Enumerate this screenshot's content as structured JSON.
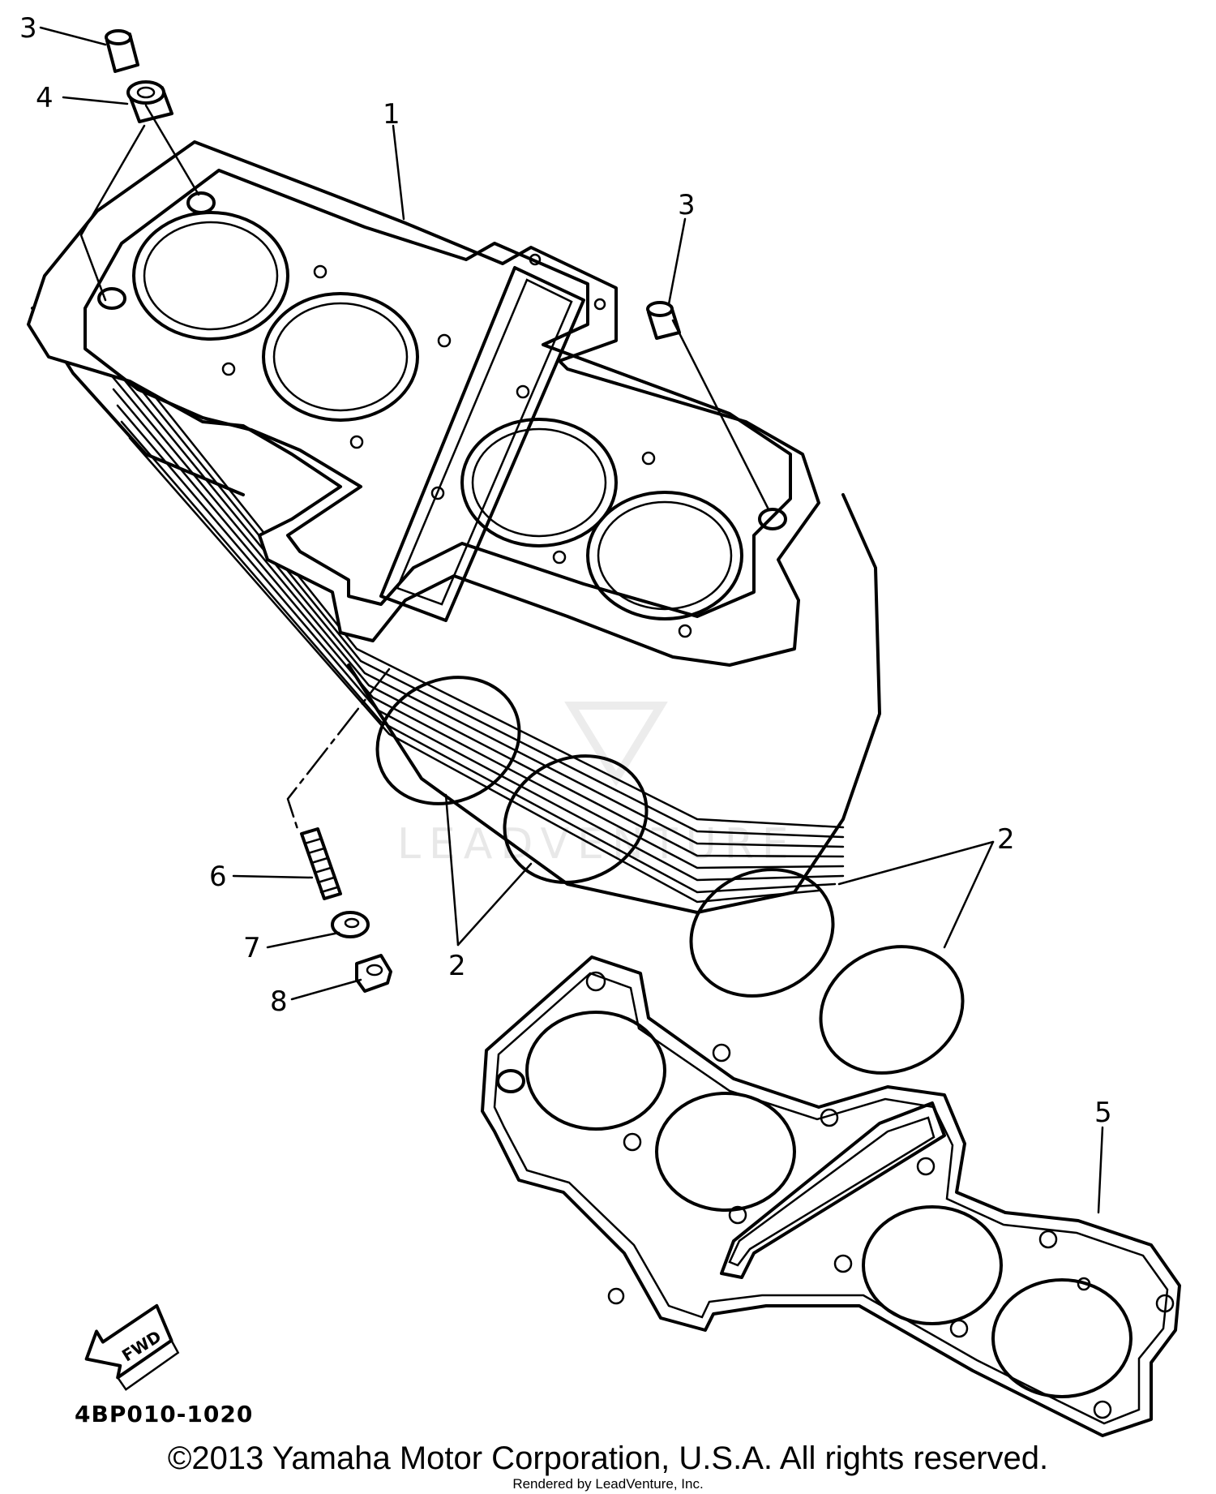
{
  "diagram": {
    "code": "4BP010-1020",
    "fwd_label": "FWD",
    "watermark": "LEADVENTURE",
    "callouts": {
      "c1": "1",
      "c2a": "2",
      "c2b": "2",
      "c3a": "3",
      "c3b": "3",
      "c4": "4",
      "c5": "5",
      "c6": "6",
      "c7": "7",
      "c8": "8"
    }
  },
  "footer": {
    "copyright": "©2013 Yamaha Motor Corporation, U.S.A. All rights reserved.",
    "rendered_by": "Rendered by LeadVenture, Inc."
  }
}
